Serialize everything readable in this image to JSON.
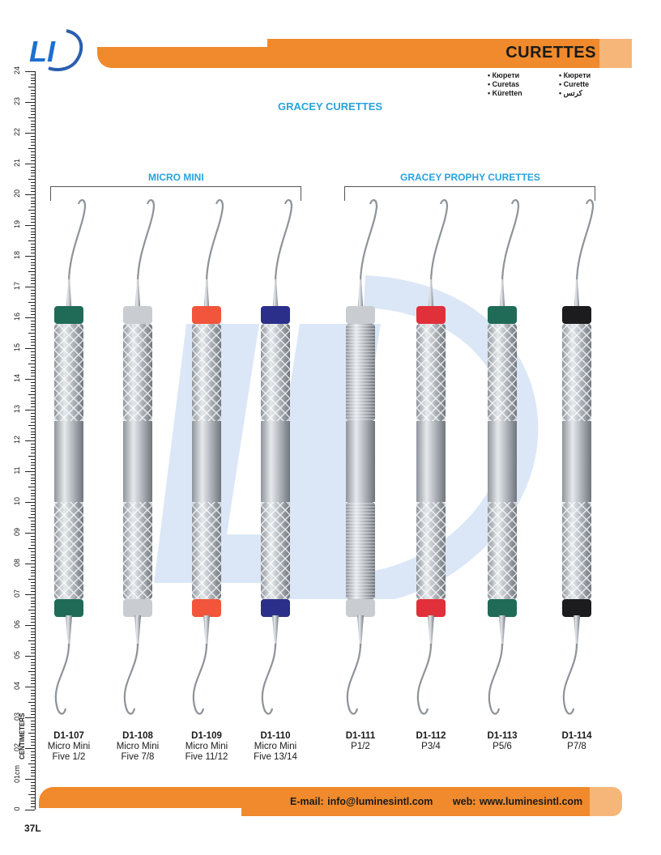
{
  "brand": {
    "logo_text": "LI"
  },
  "header": {
    "title": "CURETTES"
  },
  "translations": {
    "left": [
      "Кюрети",
      "Curetas",
      "Küretten"
    ],
    "right": [
      "Кюрети",
      "Curette",
      "كرتس"
    ]
  },
  "section_title": "GRACEY CURETTES",
  "groups": [
    {
      "label": "MICRO MINI"
    },
    {
      "label": "GRACEY PROPHY CURETTES"
    }
  ],
  "ruler": {
    "unit_label": "CENTIMETERS",
    "numbers": [
      "24",
      "23",
      "22",
      "21",
      "20",
      "19",
      "18",
      "17",
      "16",
      "15",
      "14",
      "13",
      "12",
      "11",
      "10",
      "09",
      "08",
      "07",
      "06",
      "05",
      "04",
      "03",
      "02",
      "01cm",
      "0"
    ]
  },
  "instruments": [
    {
      "code": "D1-107",
      "line1": "Micro Mini",
      "line2": "Five 1/2",
      "band_color": "#1f6b57",
      "handle": "knurled"
    },
    {
      "code": "D1-108",
      "line1": "Micro Mini",
      "line2": "Five 7/8",
      "band_color": "#c9ccd0",
      "handle": "knurled"
    },
    {
      "code": "D1-109",
      "line1": "Micro Mini",
      "line2": "Five 11/12",
      "band_color": "#f2553b",
      "handle": "knurled"
    },
    {
      "code": "D1-110",
      "line1": "Micro Mini",
      "line2": "Five 13/14",
      "band_color": "#2c2f8a",
      "handle": "knurled"
    },
    {
      "code": "D1-111",
      "line1": "P1/2",
      "line2": "",
      "band_color": "#c9ccd0",
      "handle": "ribbed"
    },
    {
      "code": "D1-112",
      "line1": "P3/4",
      "line2": "",
      "band_color": "#e0303a",
      "handle": "knurled"
    },
    {
      "code": "D1-113",
      "line1": "P5/6",
      "line2": "",
      "band_color": "#1f6b57",
      "handle": "knurled"
    },
    {
      "code": "D1-114",
      "line1": "P7/8",
      "line2": "",
      "band_color": "#1c1c1f",
      "handle": "knurled"
    }
  ],
  "footer": {
    "email": "E-mail: info@luminesintl.com",
    "web": "web: www.luminesintl.com"
  },
  "page_number": "37L",
  "colors": {
    "accent_orange": "#f08a2c",
    "accent_light": "#f6b679",
    "accent_blue": "#29a3dd"
  }
}
